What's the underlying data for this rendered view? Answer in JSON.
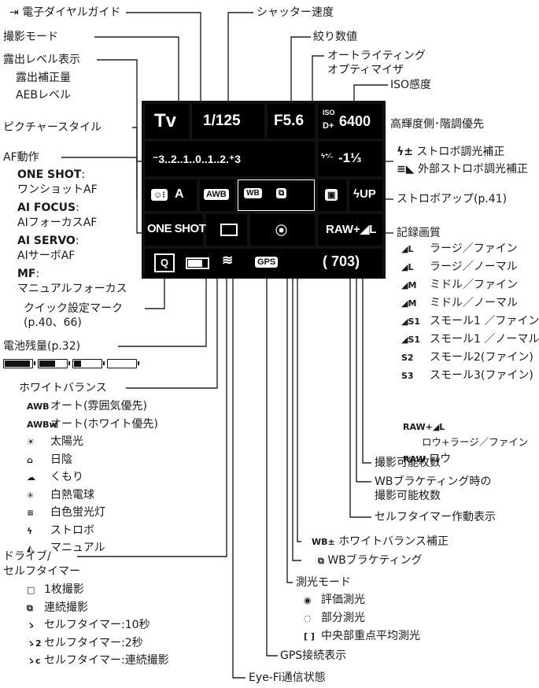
{
  "callouts_top": {
    "dial": "電子ダイヤルガイド",
    "shutter": "シャッター速度",
    "mode": "撮影モード",
    "aperture": "絞り数値",
    "alo1": "オートライティング",
    "alo2": "オプティマイザ",
    "exposure": "露出レベル表示",
    "exp_comp": "露出補正量",
    "aeb": "AEBレベル",
    "iso": "ISO感度",
    "picture_style": "ピクチャースタイル",
    "highlight": "高輝度側･階調優先"
  },
  "af": {
    "title": "AF動作",
    "one_shot": "ONE SHOT",
    "one_shot_desc": "ワンショットAF",
    "ai_focus": "AI FOCUS",
    "ai_focus_desc": "AIフォーカスAF",
    "ai_servo": "AI SERVO",
    "ai_servo_desc": "AIサーボAF",
    "mf": "MF",
    "mf_desc": "マニュアルフォーカス",
    "colon": ":"
  },
  "flash_comp": {
    "internal": "ストロボ調光補正",
    "external": "外部ストロボ調光補正"
  },
  "flash_up": "ストロボアップ(p.41)",
  "quality_title": "記録画質",
  "quality_list": [
    {
      "icon": "◢L",
      "text": "ラージ／ファイン"
    },
    {
      "icon": "◢L",
      "text": "ラージ／ノーマル"
    },
    {
      "icon": "◢M",
      "text": "ミドル／ファイン"
    },
    {
      "icon": "◢M",
      "text": "ミドル／ノーマル"
    },
    {
      "icon": "◢S1",
      "text": "スモール1 ／ファイン"
    },
    {
      "icon": "◢S1",
      "text": "スモール1 ／ノーマル"
    },
    {
      "icon": "S2",
      "text": "スモール2(ファイン)"
    },
    {
      "icon": "S3",
      "text": "スモール3(ファイン)"
    }
  ],
  "quality_raw_plus": "RAW+◢L",
  "quality_raw_plus_desc": "ロウ+ラージ／ファイン",
  "quality_raw": "RAW",
  "quality_raw_desc": "ロウ",
  "quick": {
    "line1": "クイック設定マーク",
    "line2": "(p.40、66)"
  },
  "battery": "電池残量(p.32)",
  "wb": {
    "title": "ホワイトバランス",
    "items": [
      {
        "icon": "AWB",
        "text": "オート(雰囲気優先)"
      },
      {
        "icon": "AWBw",
        "text": "オート(ホワイト優先)"
      },
      {
        "icon": "☀",
        "text": "太陽光"
      },
      {
        "icon": "⌂",
        "text": "日陰"
      },
      {
        "icon": "☁",
        "text": "くもり"
      },
      {
        "icon": "✳",
        "text": "白熱電球"
      },
      {
        "icon": "≡",
        "text": "白色蛍光灯"
      },
      {
        "icon": "ϟ",
        "text": "ストロボ"
      },
      {
        "icon": "◭",
        "text": "マニュアル"
      }
    ]
  },
  "drive": {
    "title1": "ドライブ/",
    "title2": "セルフタイマー",
    "items": [
      {
        "icon": "□",
        "text": "1枚撮影"
      },
      {
        "icon": "⧉",
        "text": "連続撮影"
      },
      {
        "icon": "ゝ",
        "text": "セルフタイマー:10秒"
      },
      {
        "icon": "ゝ2",
        "text": "セルフタイマー:2秒"
      },
      {
        "icon": "ゝc",
        "text": "セルフタイマー:連続撮影"
      }
    ]
  },
  "shots": "撮影可能枚数",
  "wb_bracket_shots": {
    "line1": "WBブラケティング時の",
    "line2": "撮影可能枚数"
  },
  "self_timer_display": "セルフタイマー作動表示",
  "wb_correction": "ホワイトバランス補正",
  "wb_bracketing": "WBブラケティング",
  "metering": {
    "title": "測光モード",
    "items": [
      {
        "icon": "◉",
        "text": "評価測光"
      },
      {
        "icon": "◌",
        "text": "部分測光"
      },
      {
        "icon": "[ ]",
        "text": "中央部重点平均測光"
      }
    ]
  },
  "gps": "GPS接続表示",
  "eyefi": "Eye-Fi通信状態",
  "screen": {
    "mode": "Tv",
    "shutter": "1/125",
    "aperture": "F5.6",
    "iso_label": "ISO",
    "hl": "D+",
    "iso": "6400",
    "scale": "⁻3..2..1..0..1..2.⁺3",
    "flash_comp": "-1⅓",
    "ps": "A",
    "awb": "AWB",
    "wb_icon": "WB",
    "af": "ONE SHOT",
    "raw_q": "RAW+◢L",
    "q": "Q",
    "gps": "GPS",
    "shots": "( 703)",
    "flash_up": "ϟUP"
  }
}
